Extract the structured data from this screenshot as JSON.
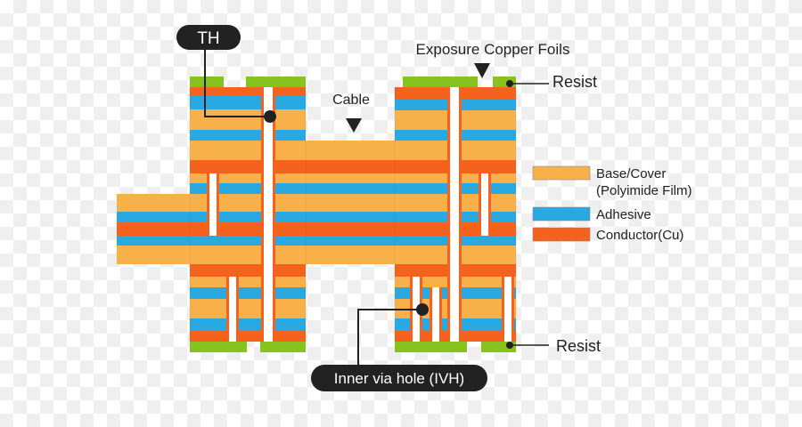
{
  "colors": {
    "base": "#f8b04a",
    "adhesive": "#29a9e1",
    "conductor": "#f4621e",
    "resist": "#86c31e",
    "hole": "#ffffff",
    "outline": "#222222",
    "callout_bg": "#222222",
    "callout_text": "#ffffff"
  },
  "labels": {
    "th": "TH",
    "exposure": "Exposure Copper Foils",
    "cable": "Cable",
    "resist_top": "Resist",
    "resist_bottom": "Resist",
    "ivh": "Inner via hole (IVH)"
  },
  "legend": [
    {
      "label": "Base/Cover",
      "sublabel": "(Polyimide Film)",
      "color": "base"
    },
    {
      "label": "Adhesive",
      "sublabel": "",
      "color": "adhesive"
    },
    {
      "label": "Conductor(Cu)",
      "sublabel": "",
      "color": "conductor"
    }
  ]
}
